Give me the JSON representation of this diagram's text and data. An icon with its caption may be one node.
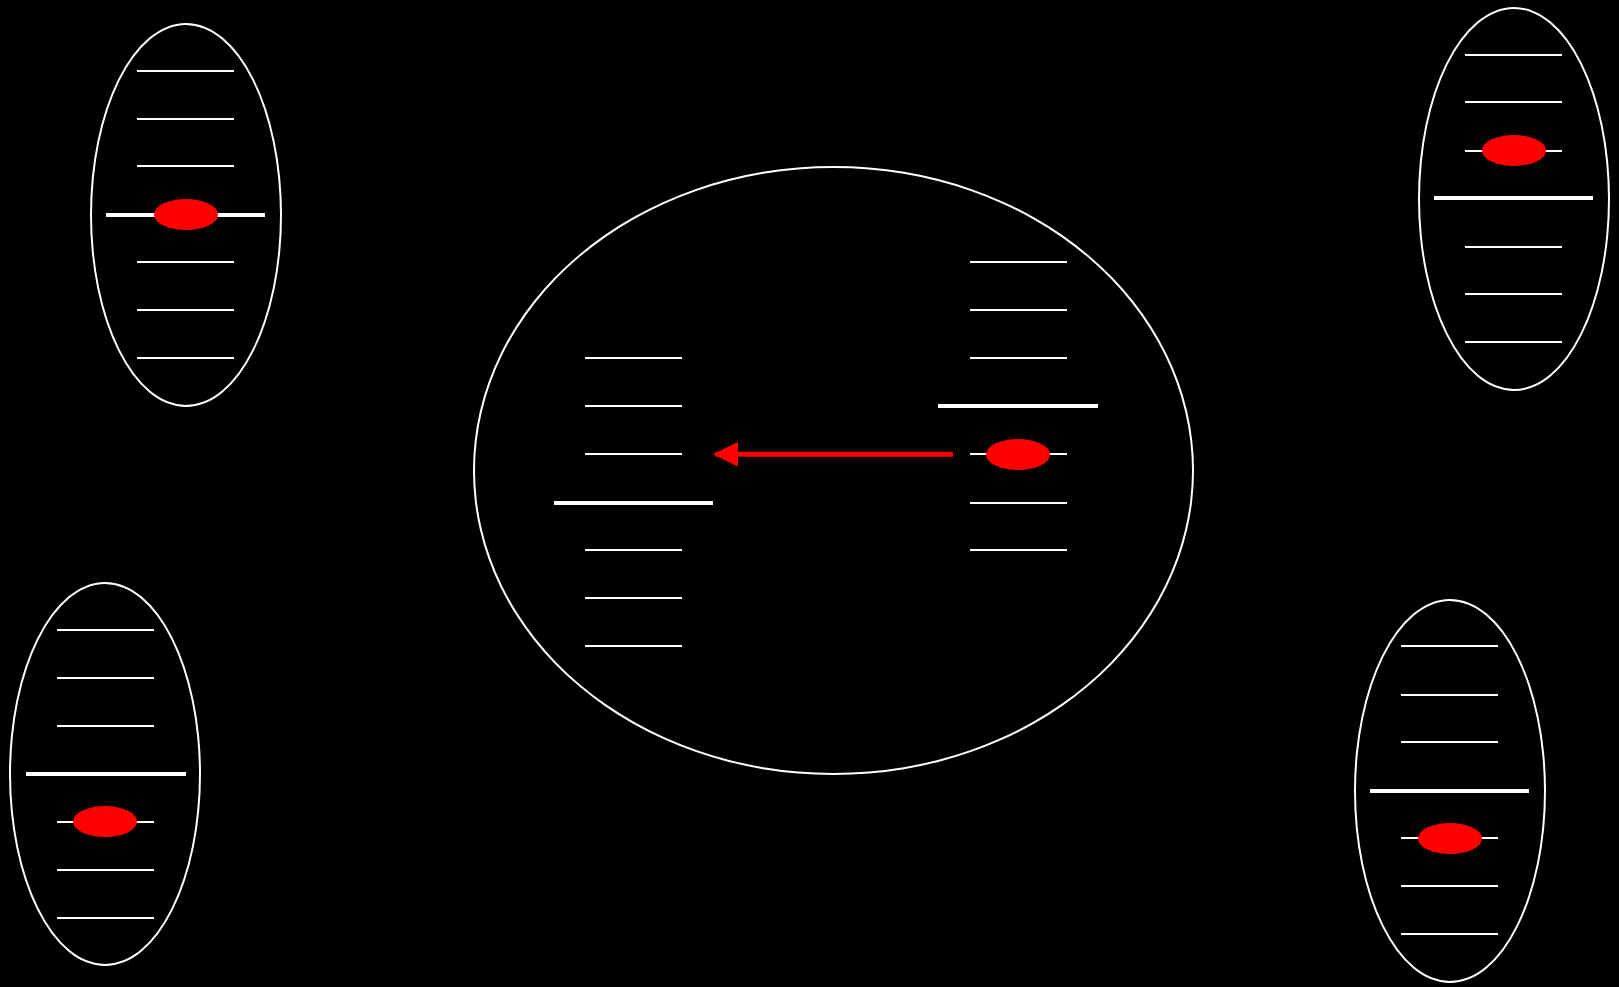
{
  "diagram": {
    "nodes": [
      {
        "text": [],
        "shape": "ellipse"
      },
      {
        "text": [],
        "shape": "ellipse"
      },
      {
        "text": [],
        "shape": "ellipse"
      },
      {
        "text": [],
        "shape": "ellipse"
      },
      {
        "text": [],
        "shape": "ellipse"
      },
      {
        "text": [],
        "shape": "dot",
        "in": 0
      },
      {
        "text": [],
        "shape": "dot",
        "in": 1
      },
      {
        "text": [],
        "shape": "dot",
        "in": 2
      },
      {
        "text": [],
        "shape": "dot",
        "in": 3
      },
      {
        "text": [],
        "shape": "dot",
        "in": 4
      },
      {
        "text": [],
        "shape": "bar",
        "in": 2
      }
    ],
    "edges": [
      {
        "from": 7,
        "to": 10,
        "arrow": "to",
        "color": "#ff0000"
      }
    ]
  }
}
